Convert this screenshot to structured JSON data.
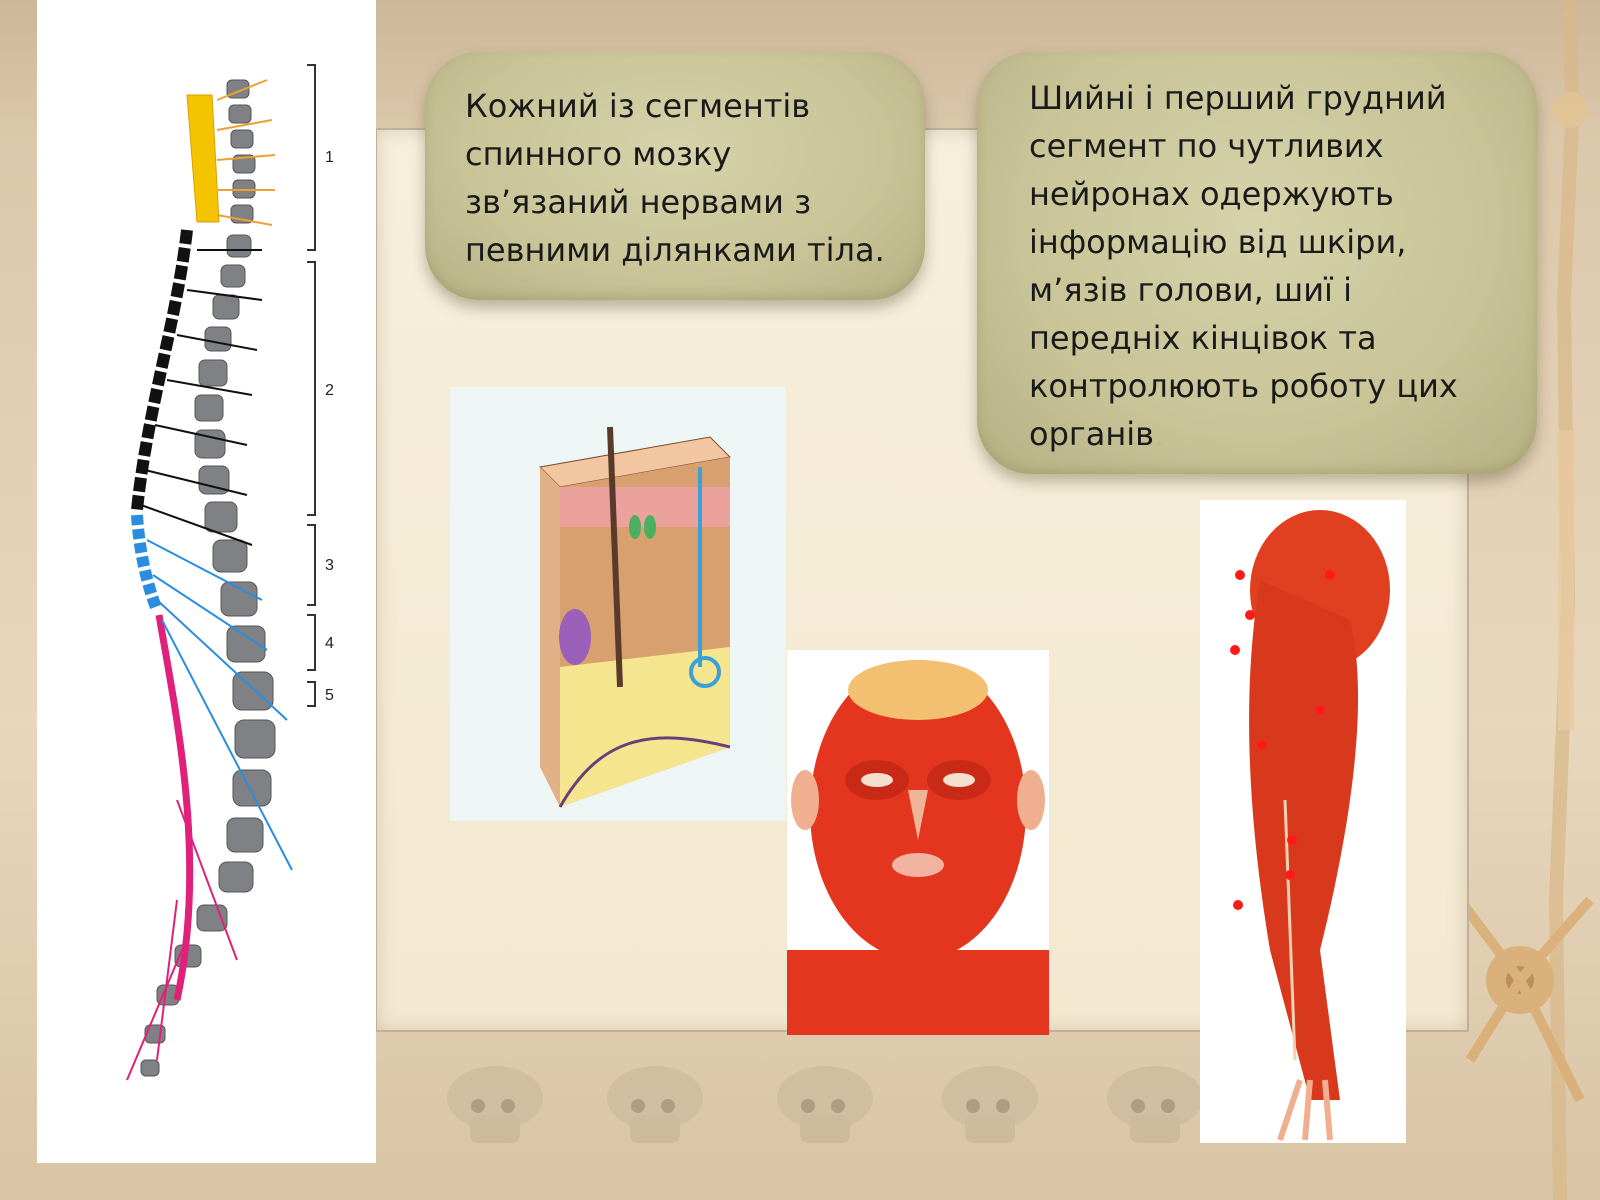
{
  "slide": {
    "left_text": "Кожний із сегментів\nспинного мозку\nзв’язаний нервами з\nпевними ділянками тіла.",
    "right_text": "Шийні і перший грудний\nсегмент по чутливих\nнейронах одержують\nінформацію від шкіри,\nм’язів голови, шиї і\nпередніх кінцівок та\nконтролюють роботу цих\nорганів",
    "right_text_end": "."
  },
  "spine_figure": {
    "segment_labels": [
      "1",
      "2",
      "3",
      "4",
      "5"
    ]
  },
  "colors": {
    "cervical": "#f5c400",
    "thoracic": "#111111",
    "lumbar": "#2a8de0",
    "sacral": "#e0207a",
    "muscle": "#e23c24",
    "bubble": "#c8c497"
  },
  "icons": [
    "spinal-cord-diagram",
    "skin-cross-section",
    "head-muscles",
    "arm-muscles",
    "skull",
    "neuron"
  ]
}
